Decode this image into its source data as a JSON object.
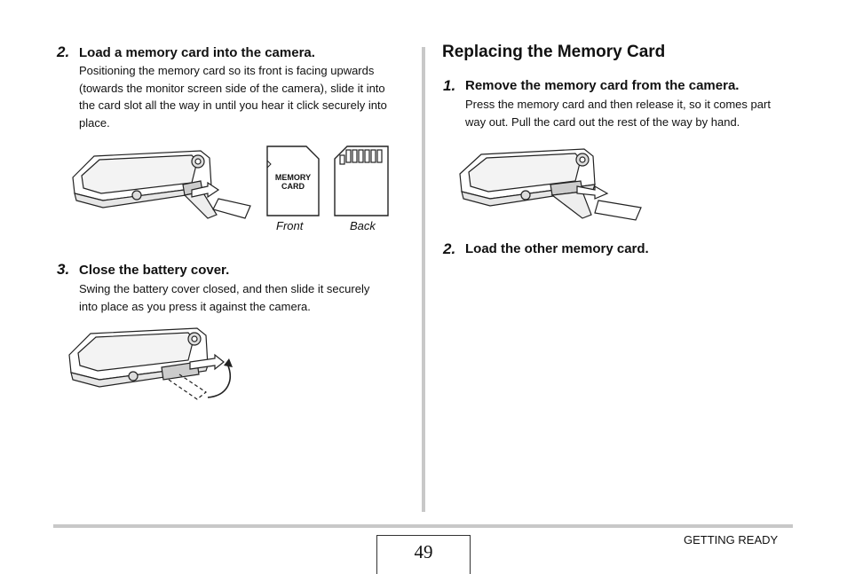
{
  "left": {
    "step2": {
      "number": "2.",
      "title": "Load a memory card into the camera.",
      "text": [
        "Positioning the memory card so its front is facing upwards",
        "(towards the monitor screen side of the camera), slide it into",
        "the card slot all the way in until you hear it click securely into",
        "place."
      ],
      "card_label_line1": "MEMORY",
      "card_label_line2": "CARD",
      "caption_front": "Front",
      "caption_back": "Back"
    },
    "step3": {
      "number": "3.",
      "title": "Close the battery cover.",
      "text": [
        "Swing the battery cover closed, and then slide it securely",
        "into place as you press it against the camera."
      ]
    }
  },
  "right": {
    "heading": "Replacing the Memory Card",
    "step1": {
      "number": "1.",
      "title": "Remove the memory card from the camera.",
      "text": [
        "Press the memory card and then release it, so it comes part",
        "way out. Pull the card out the rest of the way by hand."
      ]
    },
    "step2": {
      "number": "2.",
      "title": "Load the other memory card."
    }
  },
  "footer": {
    "page_number": "49",
    "section": "GETTING READY"
  }
}
